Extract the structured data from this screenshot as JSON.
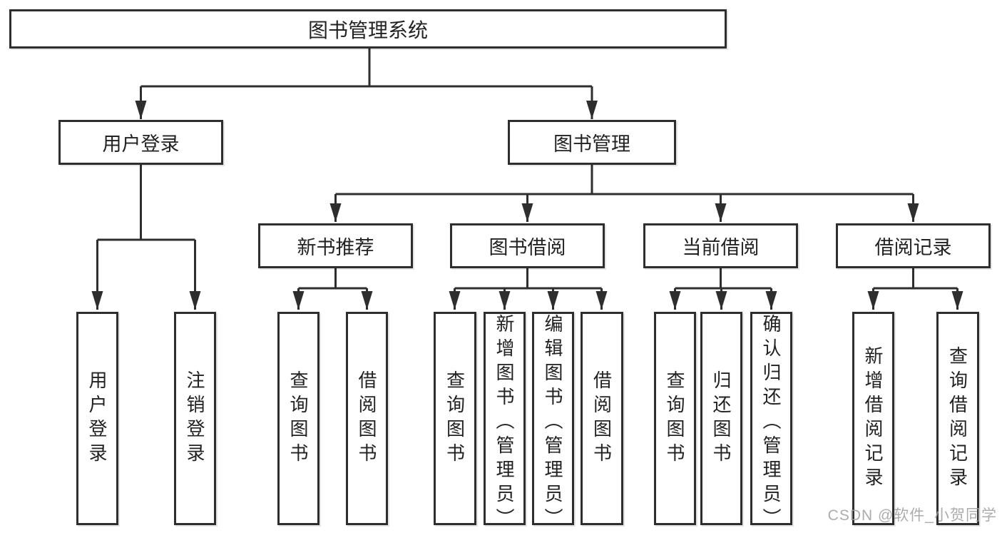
{
  "diagram": {
    "tree": {
      "label": "图书管理系统",
      "children": [
        {
          "label": "用户登录",
          "children": [
            {
              "label": "用户登录"
            },
            {
              "label": "注销登录"
            }
          ]
        },
        {
          "label": "图书管理",
          "children": [
            {
              "label": "新书推荐",
              "children": [
                {
                  "label": "查询图书"
                },
                {
                  "label": "借阅图书"
                }
              ]
            },
            {
              "label": "图书借阅",
              "children": [
                {
                  "label": "查询图书"
                },
                {
                  "label": "新增图书（管理员）"
                },
                {
                  "label": "编辑图书（管理员）"
                },
                {
                  "label": "借阅图书"
                }
              ]
            },
            {
              "label": "当前借阅",
              "children": [
                {
                  "label": "查询图书"
                },
                {
                  "label": "归还图书"
                },
                {
                  "label": "确认归还（管理员）"
                }
              ]
            },
            {
              "label": "借阅记录",
              "children": [
                {
                  "label": "新增借阅记录"
                },
                {
                  "label": "查询借阅记录"
                }
              ]
            }
          ]
        }
      ]
    },
    "watermark": "CSDN @软件_小贺同学",
    "colors": {
      "line": "#2e2e2e",
      "box_border": "#2e2e2e",
      "text": "#222222",
      "watermark": "#9e9e9e"
    }
  }
}
